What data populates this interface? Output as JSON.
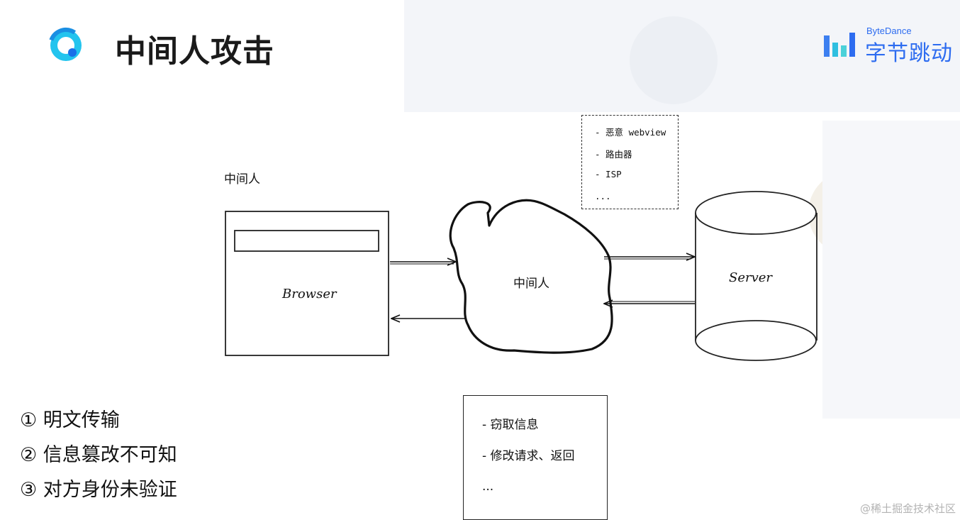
{
  "page": {
    "title": "中间人攻击",
    "brand": {
      "en": "ByteDance",
      "cn": "字节跳动"
    }
  },
  "diagram": {
    "mitm_label": "中间人",
    "browser_label": "Browser",
    "cloud_label": "中间人",
    "server_label": "Server",
    "mitm_types": [
      "- 恶意 webview",
      "- 路由器",
      "- ISP",
      "..."
    ],
    "mitm_actions": [
      "- 窃取信息",
      "- 修改请求、返回",
      "..."
    ]
  },
  "risks": [
    "① 明文传输",
    "② 信息篡改不可知",
    "③ 对方身份未验证"
  ],
  "footer": {
    "watermark": "@稀土掘金技术社区"
  },
  "colors": {
    "brand_blue": "#2d6cf0",
    "logo_cyan": "#23c4ee"
  },
  "icons": {
    "app_logo": "q-logo-icon",
    "brand_logo": "bytedance-bars-icon"
  }
}
